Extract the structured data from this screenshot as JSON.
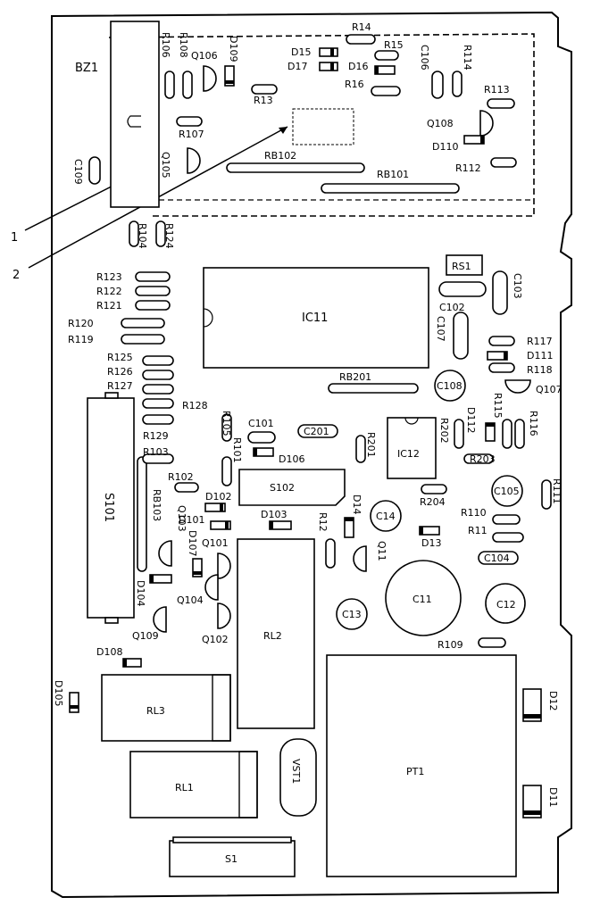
{
  "callouts": [
    "1",
    "2"
  ],
  "ics": {
    "ic11": "IC11",
    "ic12": "IC12"
  },
  "buzzer": "BZ1",
  "switches": {
    "s1": "S1",
    "s101": "S101",
    "s102": "S102"
  },
  "relays": {
    "rl1": "RL1",
    "rl2": "RL2",
    "rl3": "RL3"
  },
  "transformer": "PT1",
  "varistor": "VST1",
  "jumpers": {
    "rb101": "RB101",
    "rb102": "RB102",
    "rb103": "RB103",
    "rb201": "RB201",
    "rs1": "RS1"
  },
  "caps": {
    "c11": "C11",
    "c12": "C12",
    "c13": "C13",
    "c14": "C14",
    "c101": "C101",
    "c102": "C102",
    "c103": "C103",
    "c104": "C104",
    "c105": "C105",
    "c106": "C106",
    "c107": "C107",
    "c108": "C108",
    "c109": "C109",
    "c201": "C201"
  },
  "transistors": {
    "q11": "Q11",
    "q101": "Q101",
    "q102": "Q102",
    "q103": "Q103",
    "q104": "Q104",
    "q105": "Q105",
    "q106": "Q106",
    "q107": "Q107",
    "q108": "Q108",
    "q109": "Q109"
  },
  "diodes": {
    "d11": "D11",
    "d12": "D12",
    "d13": "D13",
    "d14": "D14",
    "d15": "D15",
    "d16": "D16",
    "d17": "D17",
    "d101": "D101",
    "d102": "D102",
    "d103": "D103",
    "d104": "D104",
    "d105": "D105",
    "d106": "D106",
    "d107": "D107",
    "d108": "D108",
    "d109": "D109",
    "d110": "D110",
    "d111": "D111",
    "d112": "D112"
  },
  "resistors": {
    "r11": "R11",
    "r12": "R12",
    "r13": "R13",
    "r14": "R14",
    "r15": "R15",
    "r16": "R16",
    "r101": "R101",
    "r102": "R102",
    "r103": "R103",
    "r104": "R104",
    "r105": "R105",
    "r106": "R106",
    "r107": "R107",
    "r108": "R108",
    "r109": "R109",
    "r110": "R110",
    "r111": "R111",
    "r112": "R112",
    "r113": "R113",
    "r114": "R114",
    "r115": "R115",
    "r116": "R116",
    "r117": "R117",
    "r118": "R118",
    "r119": "R119",
    "r120": "R120",
    "r121": "R121",
    "r122": "R122",
    "r123": "R123",
    "r124": "R124",
    "r125": "R125",
    "r126": "R126",
    "r127": "R127",
    "r128": "R128",
    "r129": "R129",
    "r201": "R201",
    "r202": "R202",
    "r203": "R203",
    "r204": "R204"
  }
}
